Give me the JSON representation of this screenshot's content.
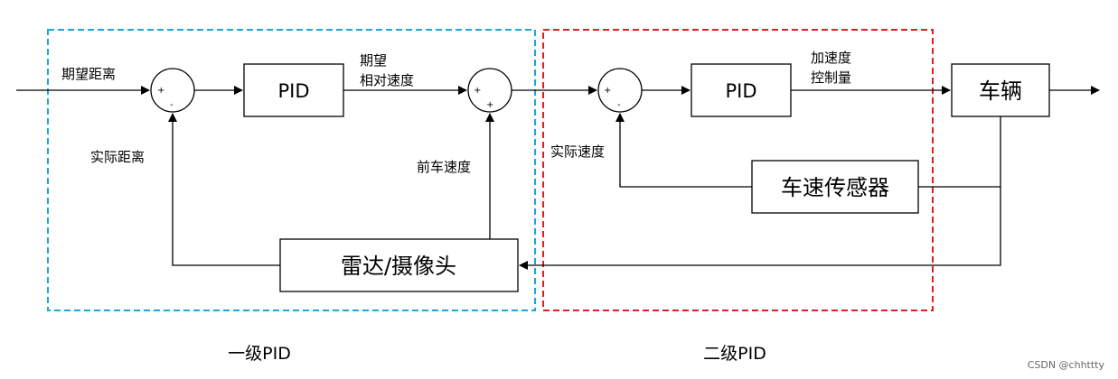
{
  "diagram": {
    "stage1_caption": "一级PID",
    "stage2_caption": "二级PID",
    "pid1_label": "PID",
    "pid2_label": "PID",
    "vehicle_label": "车辆",
    "speed_sensor_label": "车速传感器",
    "radar_camera_label": "雷达/摄像头",
    "desired_distance": "期望距离",
    "actual_distance": "实际距离",
    "desired_relative_speed_line1": "期望",
    "desired_relative_speed_line2": "相对速度",
    "front_vehicle_speed": "前车速度",
    "actual_speed": "实际速度",
    "accel_control_line1": "加速度",
    "accel_control_line2": "控制量",
    "plus": "+",
    "minus": "-",
    "stage1_color": "#1ea7d6",
    "stage2_color": "#e02020"
  },
  "watermark": "CSDN @chhttty"
}
